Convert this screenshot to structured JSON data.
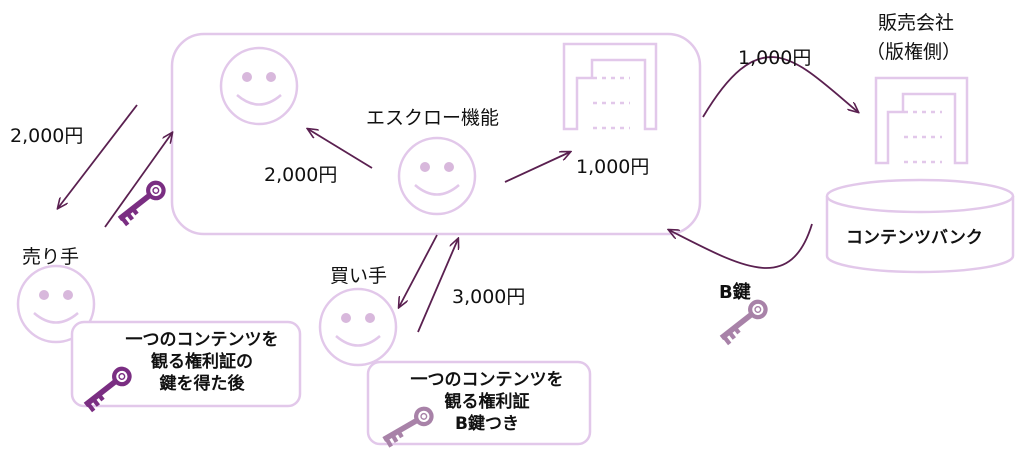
{
  "colors": {
    "outline": "#e2c8ea",
    "arrow": "#5a2050",
    "key_dark": "#7a2e82",
    "key_light": "#a882a8"
  },
  "escrow": {
    "title": "エスクロー機能"
  },
  "amounts": {
    "seller_flow": "2,000円",
    "escrow_to_seller": "2,000円",
    "escrow_to_publisher_store": "1,000円",
    "to_sales_company": "1,000円",
    "buyer_payment": "3,000円"
  },
  "sales_company": {
    "line1": "販売会社",
    "line2": "（版権側）"
  },
  "content_bank": {
    "label": "コンテンツバンク"
  },
  "b_key": {
    "label": "B鍵"
  },
  "seller": {
    "label": "売り手",
    "note": [
      "一つのコンテンツを",
      "観る権利証の",
      "鍵を得た後"
    ]
  },
  "buyer": {
    "label": "買い手",
    "note": [
      "一つのコンテンツを",
      "観る権利証",
      "B鍵つき"
    ]
  }
}
